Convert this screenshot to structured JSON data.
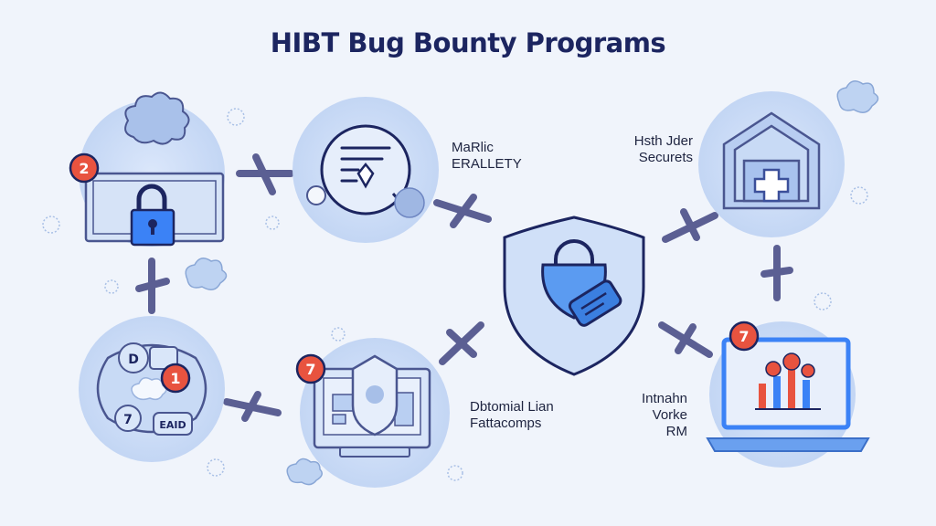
{
  "title": "HIBT Bug Bounty Programs",
  "nodes": [
    {
      "id": "bank-lock",
      "icon": "money-lock-icon",
      "badge": "2"
    },
    {
      "id": "document",
      "icon": "document-diamond-icon",
      "lines": [
        "MaRlic",
        "ERALLETY"
      ]
    },
    {
      "id": "house",
      "icon": "shield-house-icon",
      "lines": [
        "Hsth Jder",
        "Securets"
      ]
    },
    {
      "id": "shield",
      "icon": "shield-lock-icon"
    },
    {
      "id": "network",
      "icon": "network-cluster-icon",
      "badge": "1",
      "inner_text": [
        "D",
        "7",
        "EAID"
      ]
    },
    {
      "id": "computer",
      "icon": "computer-shield-icon",
      "badge": "7",
      "lines": [
        "Dbtomial Lian",
        "Fattacomps"
      ]
    },
    {
      "id": "laptop",
      "icon": "laptop-team-icon",
      "badge": "7",
      "lines": [
        "Intnahn",
        "Vorke",
        "RM"
      ]
    }
  ],
  "colors": {
    "navy": "#1c2560",
    "outline": "#4a5690",
    "circle_fill": "#cbdcf6",
    "accent_blue": "#3b82f6",
    "badge_red": "#e8533f",
    "connector": "#5b5f93"
  }
}
